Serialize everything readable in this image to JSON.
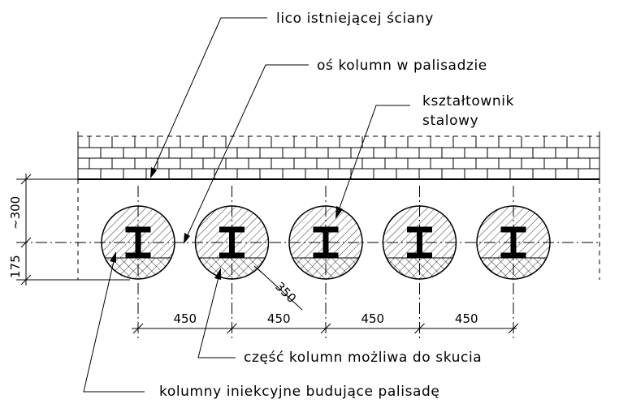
{
  "labels": {
    "wall_face": "lico istniejącej ściany",
    "column_axis": "oś kolumn w palisadzie",
    "steel_section_line1": "kształtownik",
    "steel_section_line2": "stalowy",
    "removable_part": "część kolumn możliwa do skucia",
    "injection_columns": "kolumny iniekcyjne budujące palisadę"
  },
  "dimensions": {
    "spacing": [
      "450",
      "450",
      "450",
      "450"
    ],
    "diameter": "350",
    "offset_upper": "~300",
    "offset_lower": "175"
  },
  "columns": {
    "count": 5
  }
}
